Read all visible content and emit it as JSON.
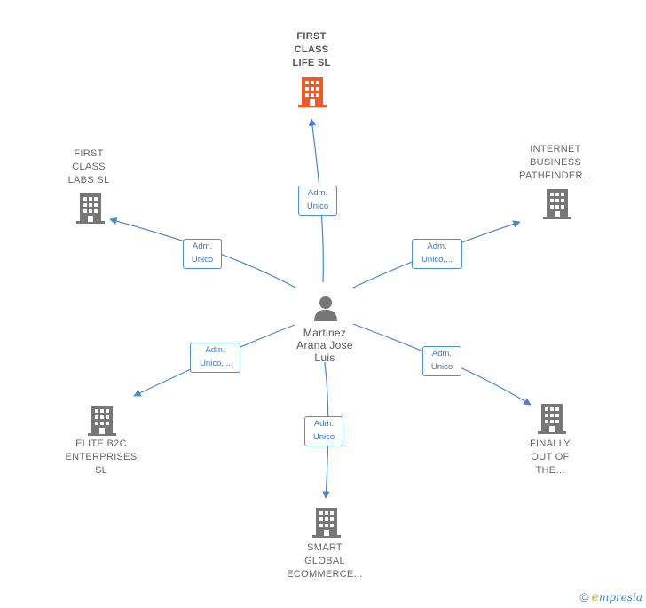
{
  "center": {
    "name": "Martinez\nArana Jose\nLuis",
    "icon": "person-icon"
  },
  "nodes": [
    {
      "id": "first-class-life",
      "label": "FIRST\nCLASS\nLIFE  SL",
      "main": true,
      "icon": "building-icon",
      "color": "#f05a28"
    },
    {
      "id": "first-class-labs",
      "label": "FIRST\nCLASS\nLABS  SL",
      "main": false,
      "icon": "building-icon",
      "color": "#777777"
    },
    {
      "id": "internet-business",
      "label": "INTERNET\nBUSINESS\nPATHFINDER...",
      "main": false,
      "icon": "building-icon",
      "color": "#777777"
    },
    {
      "id": "elite-b2c",
      "label": "ELITE B2C\nENTERPRISES\nSL",
      "main": false,
      "icon": "building-icon",
      "color": "#777777"
    },
    {
      "id": "smart-global",
      "label": "SMART\nGLOBAL\nECOMMERCE...",
      "main": false,
      "icon": "building-icon",
      "color": "#777777"
    },
    {
      "id": "finally-out",
      "label": "FINALLY\nOUT OF\nTHE...",
      "main": false,
      "icon": "building-icon",
      "color": "#777777"
    }
  ],
  "edges": [
    {
      "to": "first-class-life",
      "label": "Adm.\nUnico"
    },
    {
      "to": "first-class-labs",
      "label": "Adm.\nUnico"
    },
    {
      "to": "internet-business",
      "label": "Adm.\nUnico,..."
    },
    {
      "to": "elite-b2c",
      "label": "Adm.\nUnico,..."
    },
    {
      "to": "smart-global",
      "label": "Adm.\nUnico"
    },
    {
      "to": "finally-out",
      "label": "Adm.\nUnico"
    }
  ],
  "colors": {
    "edge": "#4a86d0",
    "main_building": "#f05a28",
    "building": "#777777",
    "person": "#777777"
  },
  "footer": {
    "copyright": "©",
    "brand_initial": "e",
    "brand_rest": "mpresia"
  }
}
